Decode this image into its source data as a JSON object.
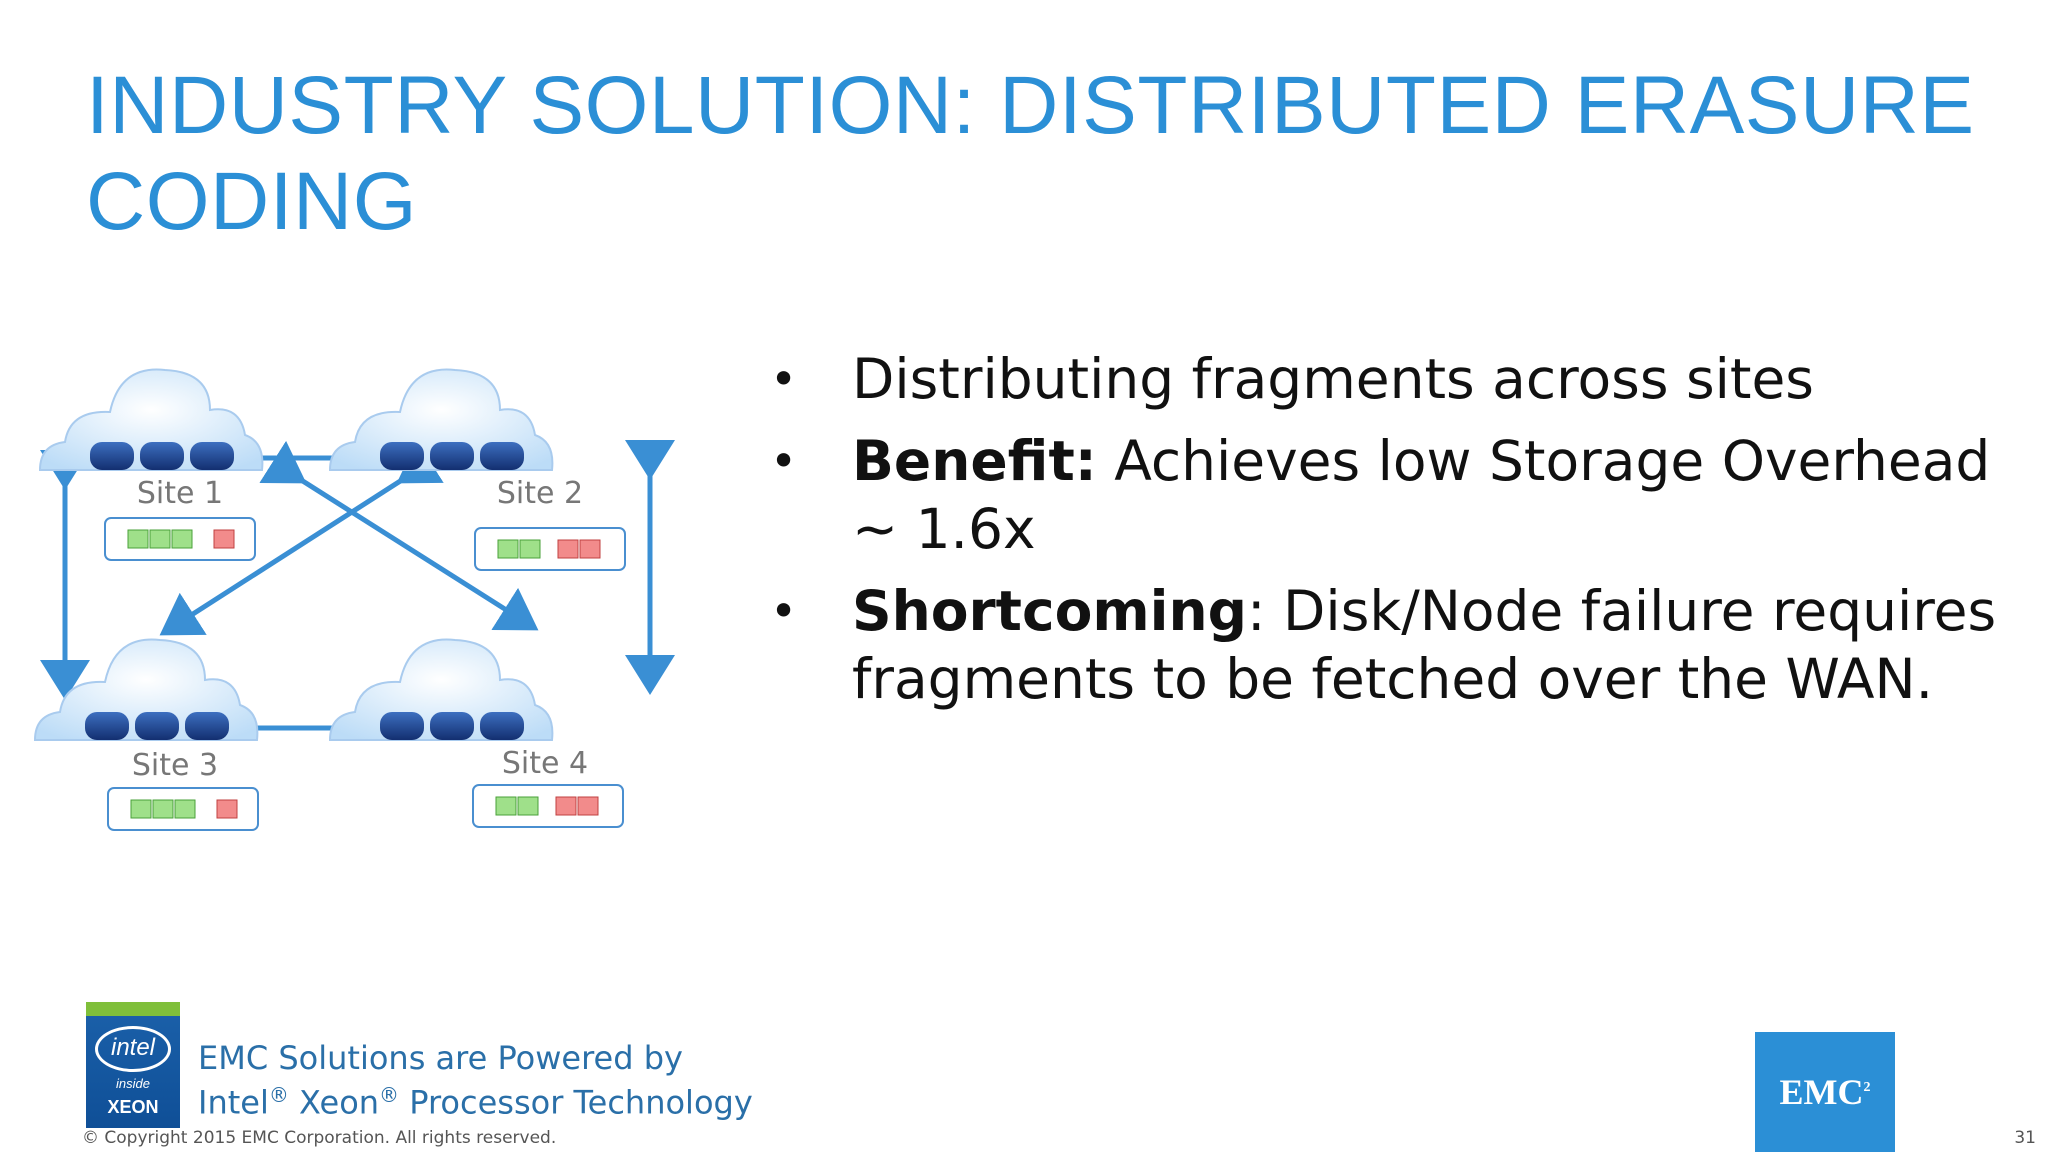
{
  "title": "INDUSTRY SOLUTION: DISTRIBUTED ERASURE CODING",
  "diagram": {
    "sites": [
      {
        "label": "Site 1",
        "fragments": [
          "green",
          "green",
          "green",
          "red"
        ]
      },
      {
        "label": "Site 2",
        "fragments": [
          "green",
          "green",
          "red",
          "red"
        ]
      },
      {
        "label": "Site 3",
        "fragments": [
          "green",
          "green",
          "green",
          "red"
        ]
      },
      {
        "label": "Site 4",
        "fragments": [
          "green",
          "green",
          "red",
          "red"
        ]
      }
    ],
    "colors": {
      "arrow": "#3a8fd4",
      "disk": "#1f4e9a",
      "cloud": "#cfe6fb",
      "fragment_green": "#9fe08a",
      "fragment_red": "#f28b8b",
      "box_border": "#4a8fd0"
    }
  },
  "bullets": [
    {
      "bold": "",
      "text": "Distributing fragments across sites"
    },
    {
      "bold": "Benefit:",
      "text": " Achieves low Storage Overhead ~ 1.6x"
    },
    {
      "bold": "Shortcoming",
      "text": ": Disk/Node failure requires fragments to be fetched over the WAN."
    }
  ],
  "footer": {
    "intel_logo": {
      "ring": "intel",
      "inside": "inside",
      "xeon": "XEON"
    },
    "powered_line1": "EMC Solutions are Powered by",
    "powered_line2_a": "Intel",
    "powered_line2_b": " Xeon",
    "powered_line2_c": " Processor Technology",
    "reg": "®",
    "copyright": "© Copyright 2015 EMC Corporation. All rights reserved.",
    "page_number": "31",
    "emc_logo": "EMC",
    "emc_sup": "2"
  },
  "icons": [
    "cloud-icon",
    "disk-stack-icon",
    "arrow-icon",
    "intel-logo",
    "emc-logo"
  ]
}
